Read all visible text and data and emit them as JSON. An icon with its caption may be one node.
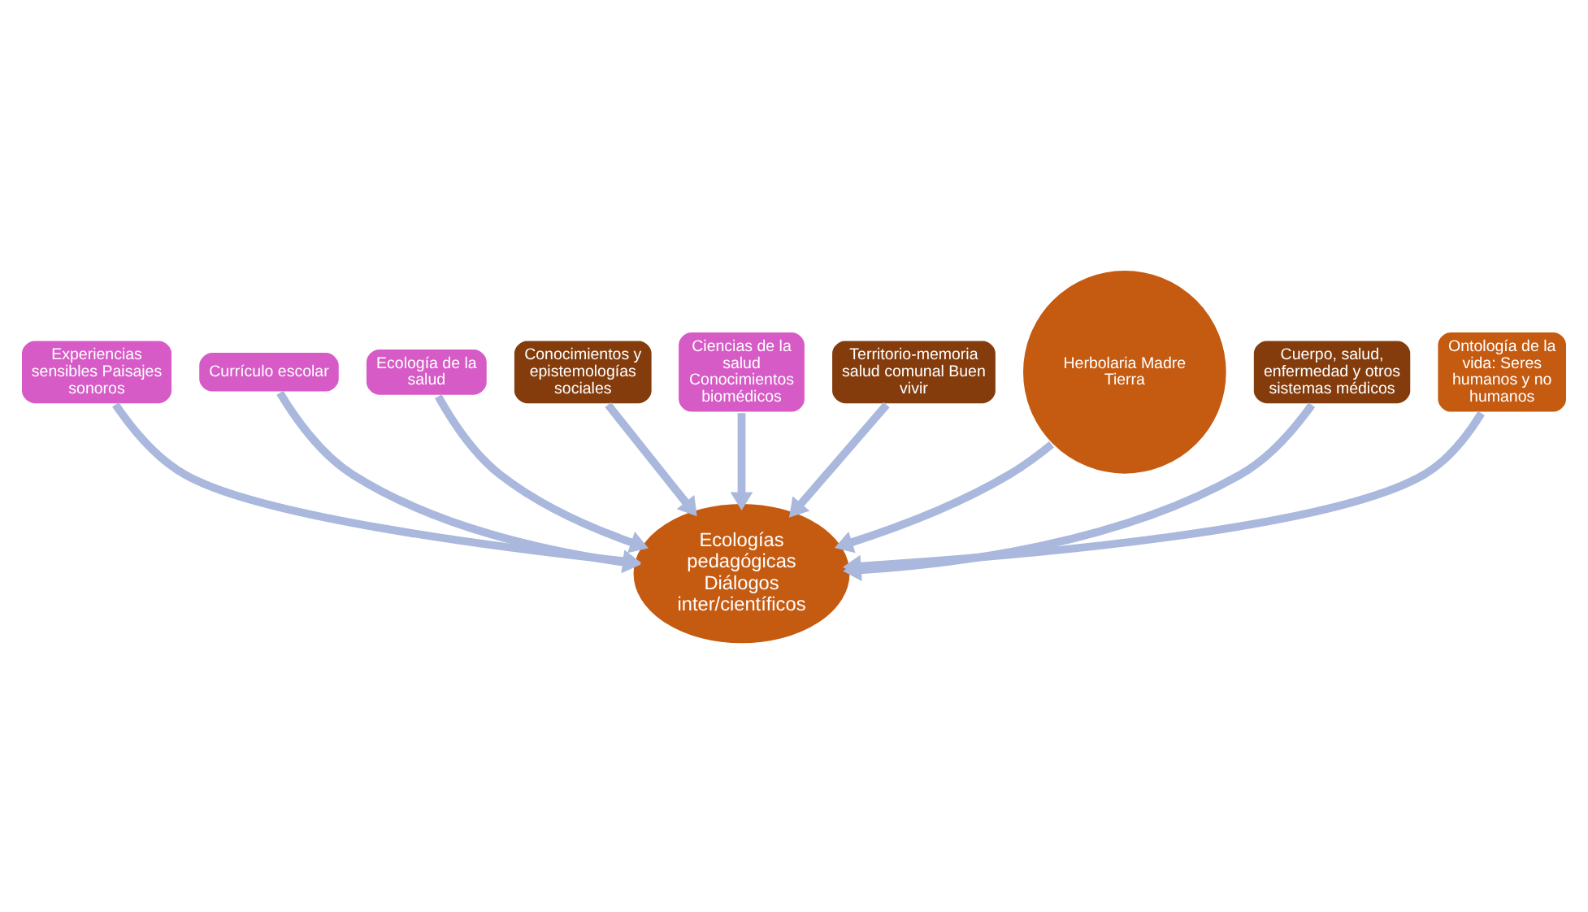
{
  "diagram": {
    "nodes": [
      {
        "text": [
          "Experiencias sensibles Paisajes sonoros"
        ]
      },
      {
        "text": [
          "Currículo escolar"
        ]
      },
      {
        "text": [
          "Ecología de la salud"
        ]
      },
      {
        "text": [
          "Conocimientos y epistemologías sociales"
        ]
      },
      {
        "text": [
          "Ciencias de la salud Conocimientos biomédicos"
        ]
      },
      {
        "text": [
          "Territorio-memoria salud comunal Buen vivir"
        ]
      },
      {
        "text": [
          "Herbolaria Madre Tierra"
        ]
      },
      {
        "text": [
          "Cuerpo, salud, enfermedad y otros sistemas médicos"
        ]
      },
      {
        "text": [
          "Ontología de la vida: Seres humanos y no humanos"
        ]
      },
      {
        "text": [
          "Ecologías pedagógicas Diálogos inter/científicos"
        ]
      }
    ],
    "edges": [
      {
        "from": 0,
        "to": 9,
        "arrow": "to"
      },
      {
        "from": 1,
        "to": 9,
        "arrow": "to"
      },
      {
        "from": 2,
        "to": 9,
        "arrow": "to"
      },
      {
        "from": 3,
        "to": 9,
        "arrow": "to"
      },
      {
        "from": 4,
        "to": 9,
        "arrow": "to"
      },
      {
        "from": 5,
        "to": 9,
        "arrow": "to"
      },
      {
        "from": 6,
        "to": 9,
        "arrow": "to"
      },
      {
        "from": 7,
        "to": 9,
        "arrow": "to"
      },
      {
        "from": 8,
        "to": 9,
        "arrow": "to"
      }
    ]
  }
}
